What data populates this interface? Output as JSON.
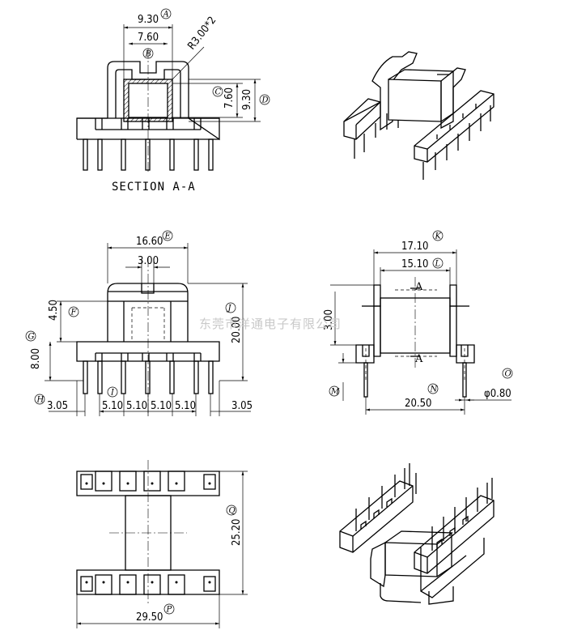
{
  "drawing": {
    "section_title": "SECTION A-A",
    "watermark": "东莞市洋通电子有限公司",
    "section_marker": "A"
  },
  "dimensions": {
    "A": "9.30",
    "B": "7.60",
    "radius": "R3.00*2",
    "C": "7.60",
    "D": "9.30",
    "E": "16.60",
    "front_slot": "3.00",
    "F": "4.50",
    "G": "8.00",
    "J": "20.00",
    "H": "3.05",
    "I": "5.10",
    "right_edge": "3.05",
    "K": "17.10",
    "L": "15.10",
    "side_top": "3.00",
    "N": "20.50",
    "O": "φ0.80",
    "Q": "25.20",
    "P": "29.50"
  },
  "callouts": [
    "A",
    "B",
    "C",
    "D",
    "E",
    "F",
    "G",
    "H",
    "I",
    "J",
    "K",
    "L",
    "M",
    "N",
    "O",
    "P",
    "Q"
  ],
  "colors": {
    "line": "#000000",
    "watermark": "#c9c9c9",
    "background": "#ffffff"
  }
}
